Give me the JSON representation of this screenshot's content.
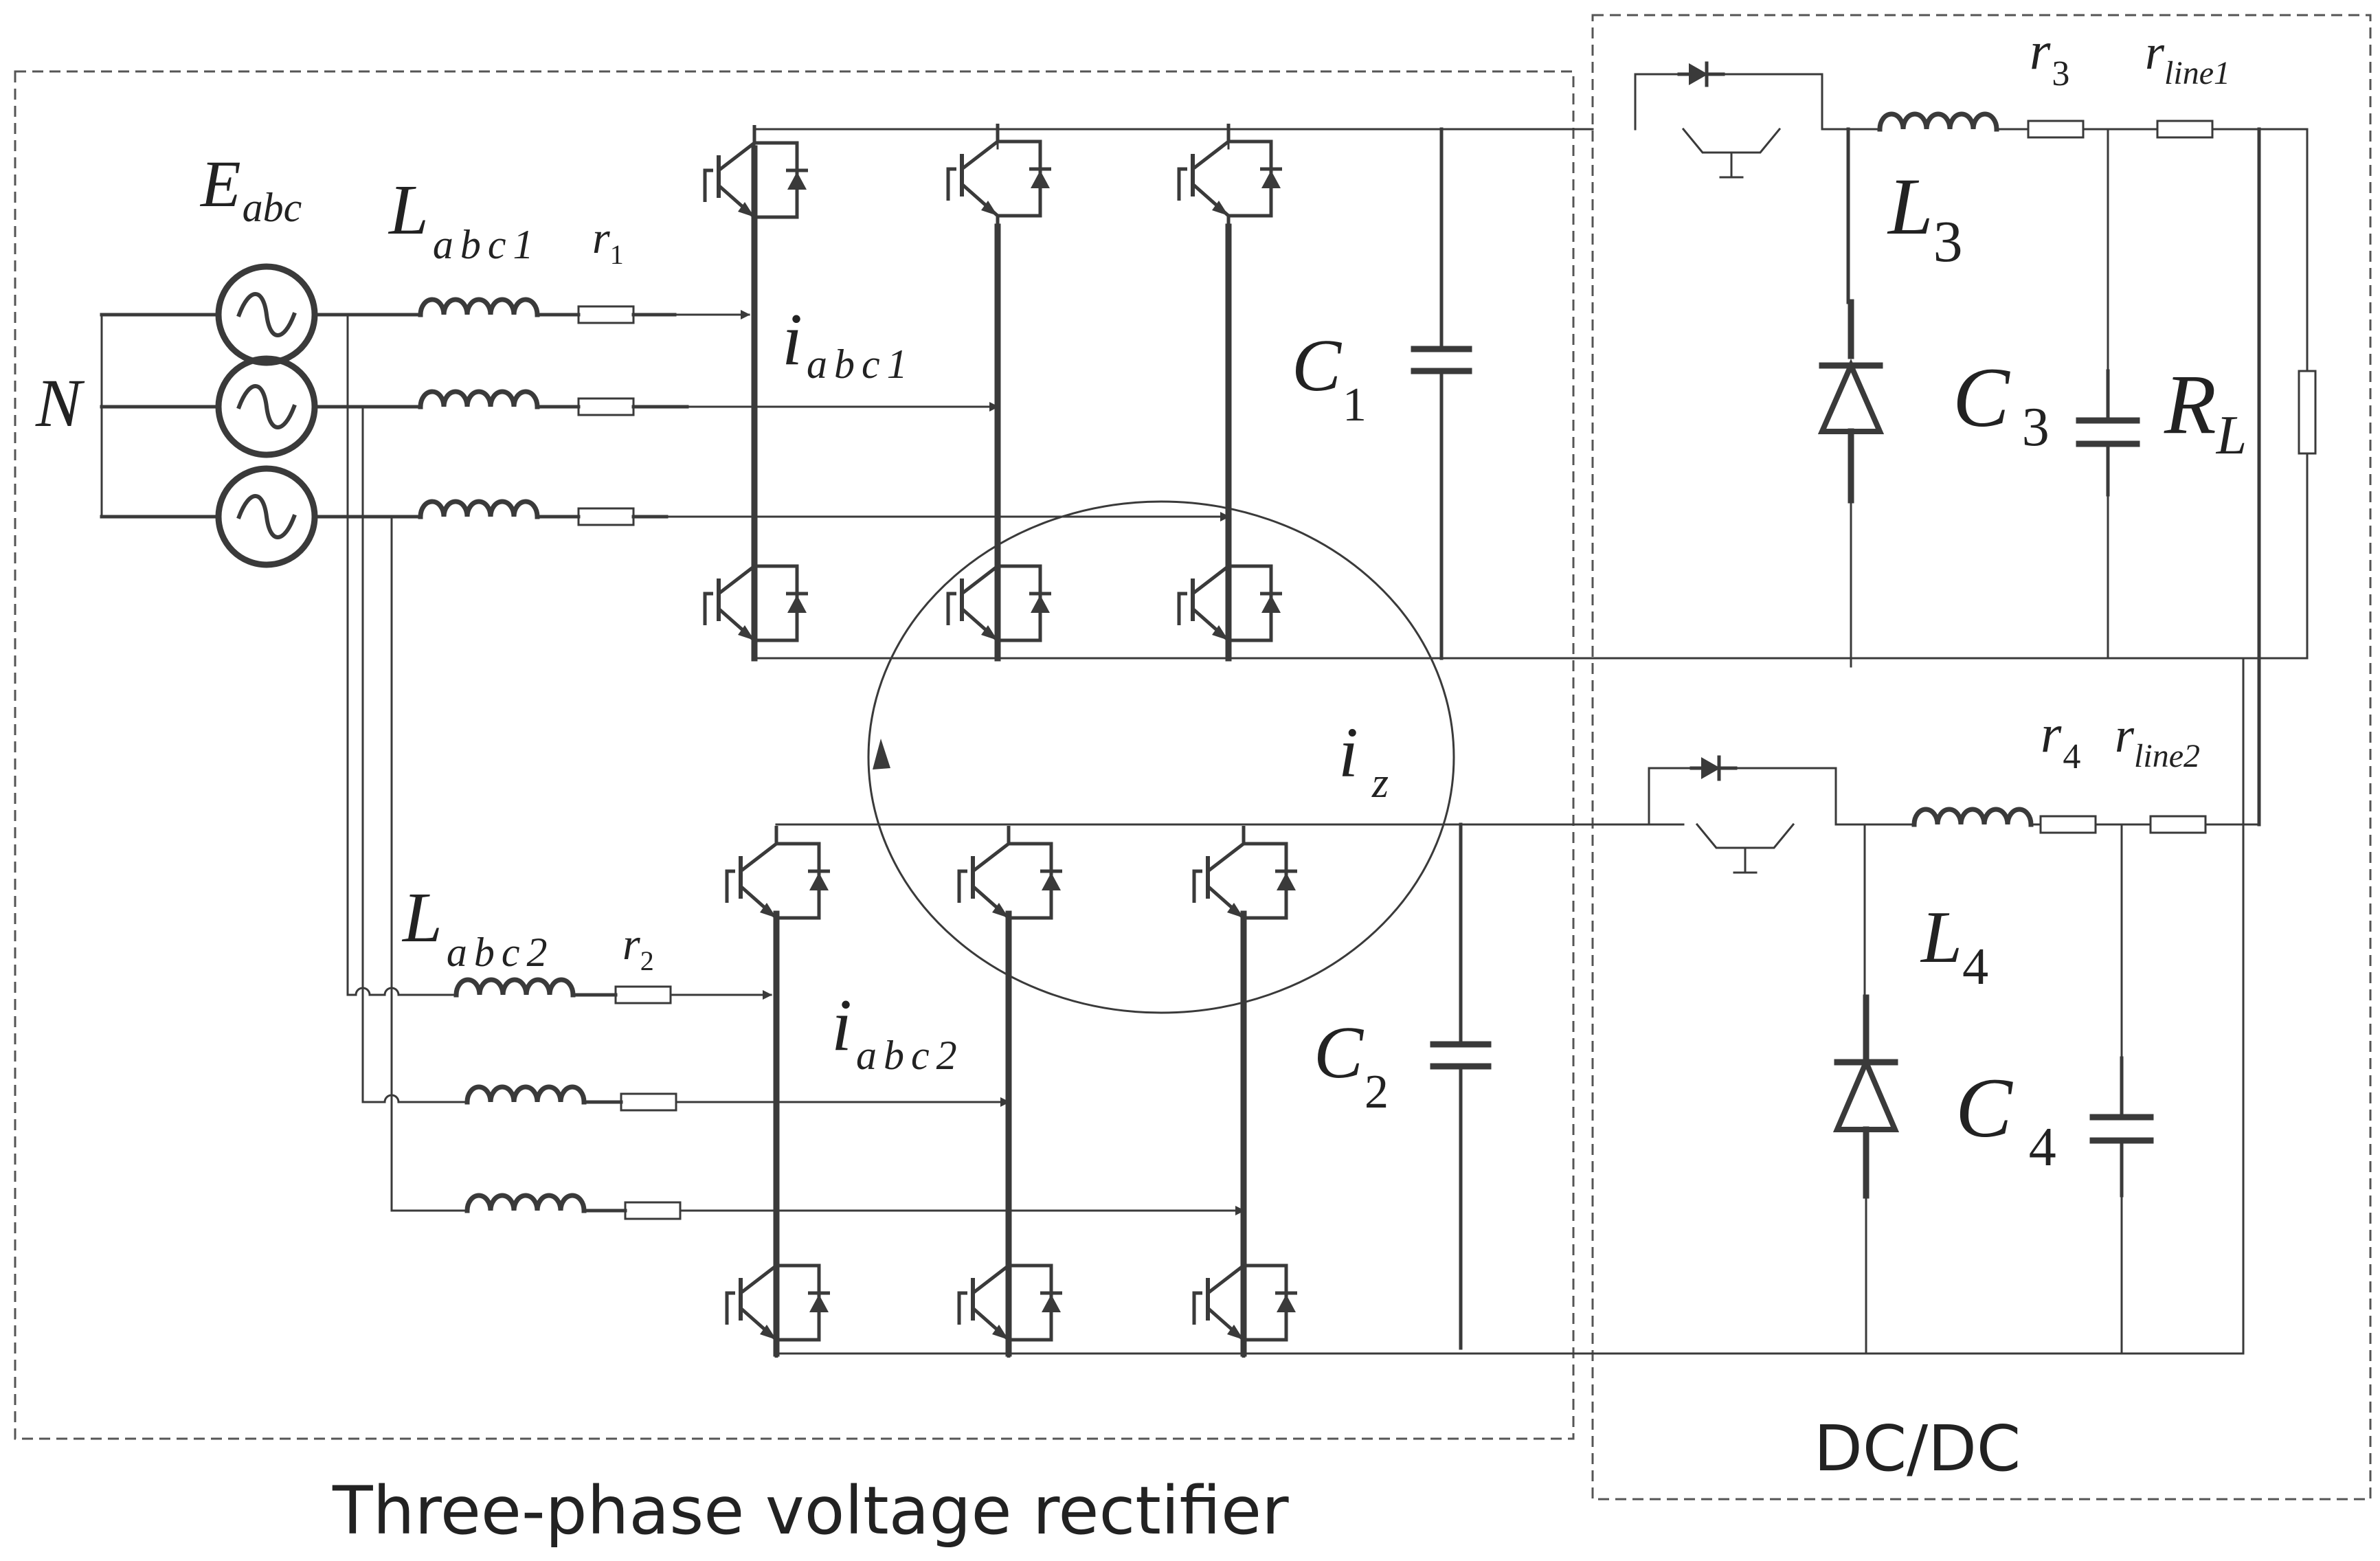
{
  "blocks": {
    "rectifier_caption": "Three-phase voltage rectifier",
    "dcdc_caption": "DC/DC"
  },
  "labels": {
    "neutral": "N",
    "source_main": "E",
    "source_sub": "abc",
    "l1_main": "L",
    "l1_sub": "abc1",
    "r1_main": "r",
    "r1_sub": "1",
    "l2_main": "L",
    "l2_sub": "abc2",
    "r2_main": "r",
    "r2_sub": "2",
    "i1_main": "i",
    "i1_sub": "abc1",
    "i2_main": "i",
    "i2_sub": "abc2",
    "iz_main": "i",
    "iz_sub": "z",
    "c1_main": "C",
    "c1_sub": "1",
    "c2_main": "C",
    "c2_sub": "2",
    "l3_main": "L",
    "l3_sub": "3",
    "l4_main": "L",
    "l4_sub": "4",
    "c3_main": "C",
    "c3_sub": "3",
    "c4_main": "C",
    "c4_sub": "4",
    "r3_main": "r",
    "r3_sub": "3",
    "r4_main": "r",
    "r4_sub": "4",
    "rline1_main": "r",
    "rline1_sub": "line1",
    "rline2_main": "r",
    "rline2_sub": "line2",
    "rl_main": "R",
    "rl_sub": "L"
  },
  "colors": {
    "wire": "#3a3a3a",
    "text": "#222222",
    "box": "#555555"
  }
}
